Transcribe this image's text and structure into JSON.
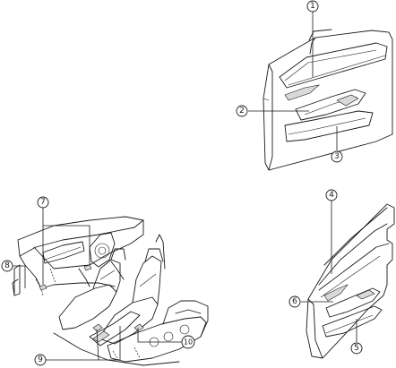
{
  "callouts": {
    "c1": "1",
    "c2": "2",
    "c3": "3",
    "c4": "4",
    "c5": "5",
    "c6": "6",
    "c7": "7",
    "c8": "8",
    "c9": "9",
    "c10": "10"
  },
  "colors": {
    "line": "#1a1a1a",
    "background": "#ffffff",
    "shade": "#d9d9d9"
  }
}
